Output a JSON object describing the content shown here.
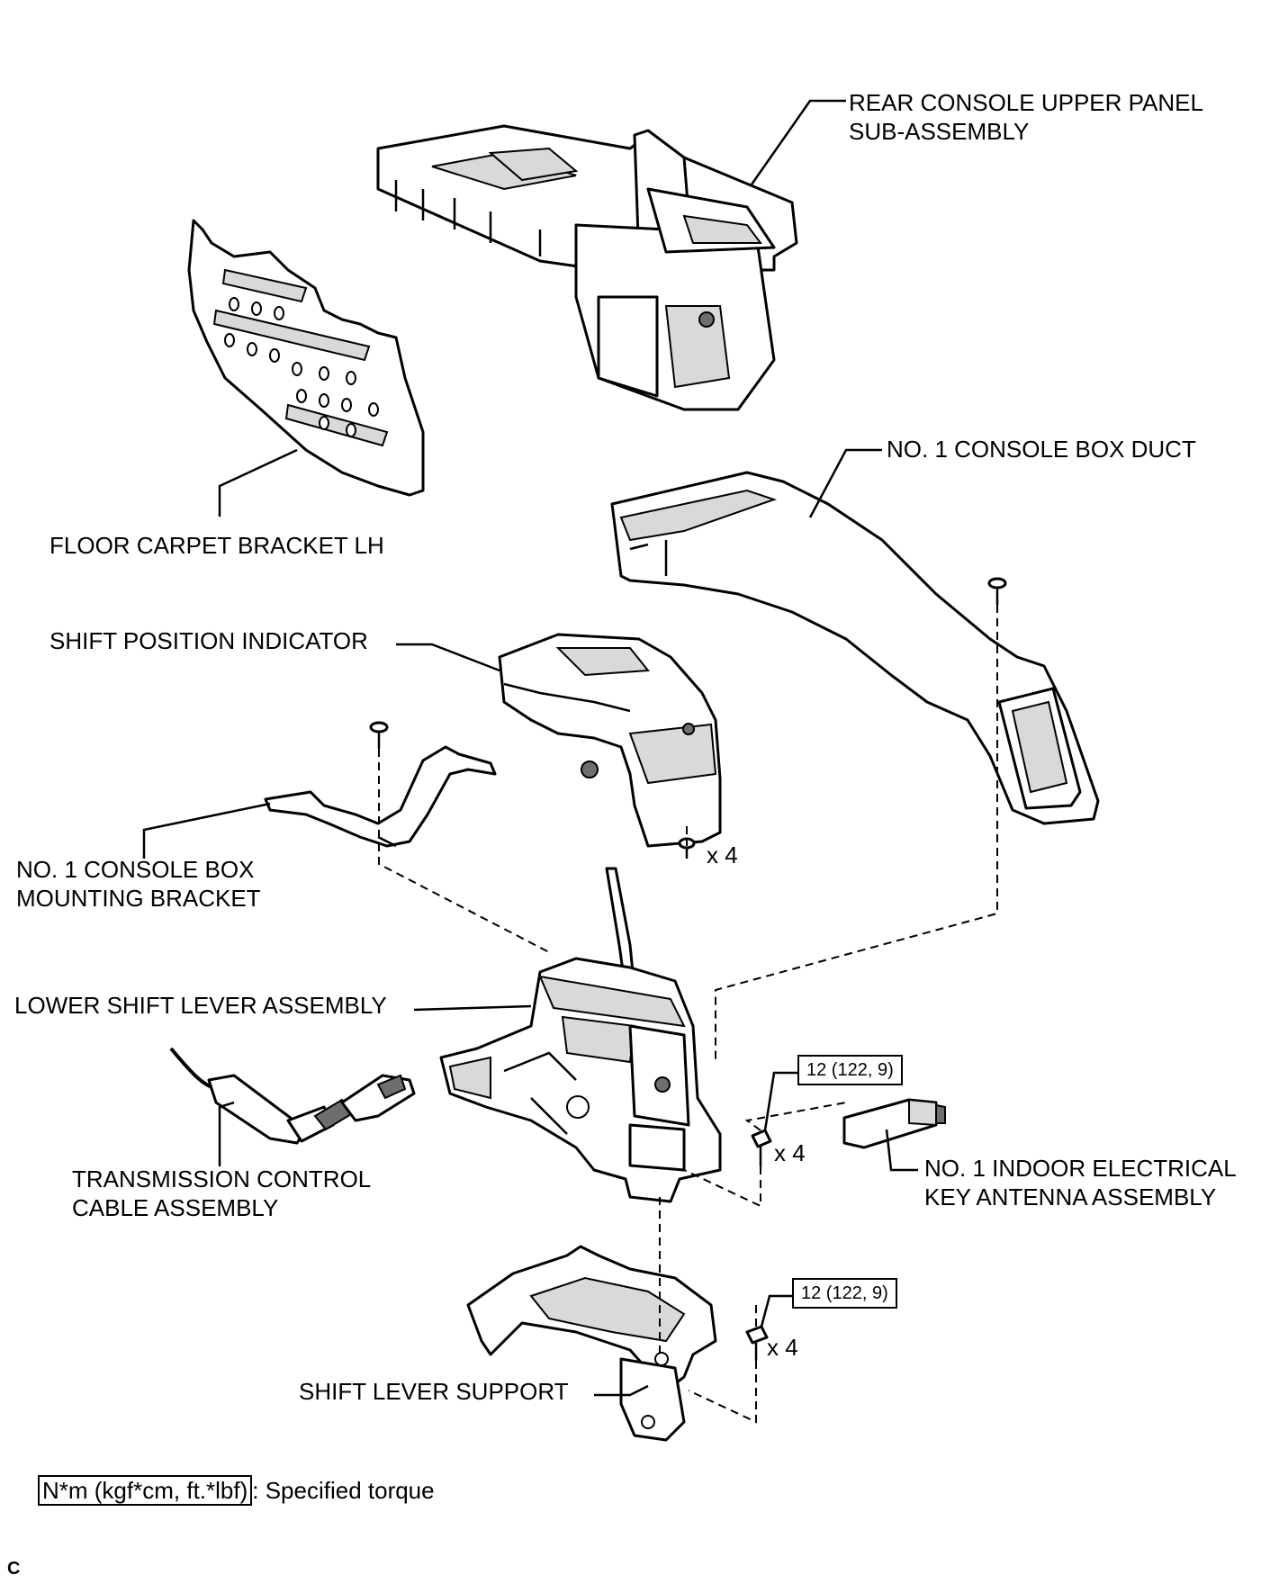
{
  "labels": {
    "rear_console_upper_panel": [
      "REAR CONSOLE UPPER PANEL",
      "SUB-ASSEMBLY"
    ],
    "floor_carpet_bracket": "FLOOR CARPET BRACKET LH",
    "console_box_duct": "NO. 1 CONSOLE BOX DUCT",
    "shift_position_indicator": "SHIFT POSITION INDICATOR",
    "mounting_bracket": [
      "NO. 1 CONSOLE BOX",
      "MOUNTING BRACKET"
    ],
    "lower_shift_lever": "LOWER SHIFT LEVER ASSEMBLY",
    "transmission_cable": [
      "TRANSMISSION CONTROL",
      "CABLE ASSEMBLY"
    ],
    "key_antenna": [
      "NO. 1 INDOOR ELECTRICAL",
      "KEY ANTENNA ASSEMBLY"
    ],
    "shift_lever_support": "SHIFT LEVER SUPPORT"
  },
  "fasteners": {
    "indicator_screws_qty": "x 4",
    "lever_bolts_qty": "x 4",
    "support_bolts_qty": "x 4",
    "lever_bolts_torque": "12 (122, 9)",
    "support_bolts_torque": "12 (122, 9)"
  },
  "legend": {
    "box_text": "N*m (kgf*cm, ft.*lbf)",
    "description": ": Specified torque"
  },
  "figure_code": "C"
}
